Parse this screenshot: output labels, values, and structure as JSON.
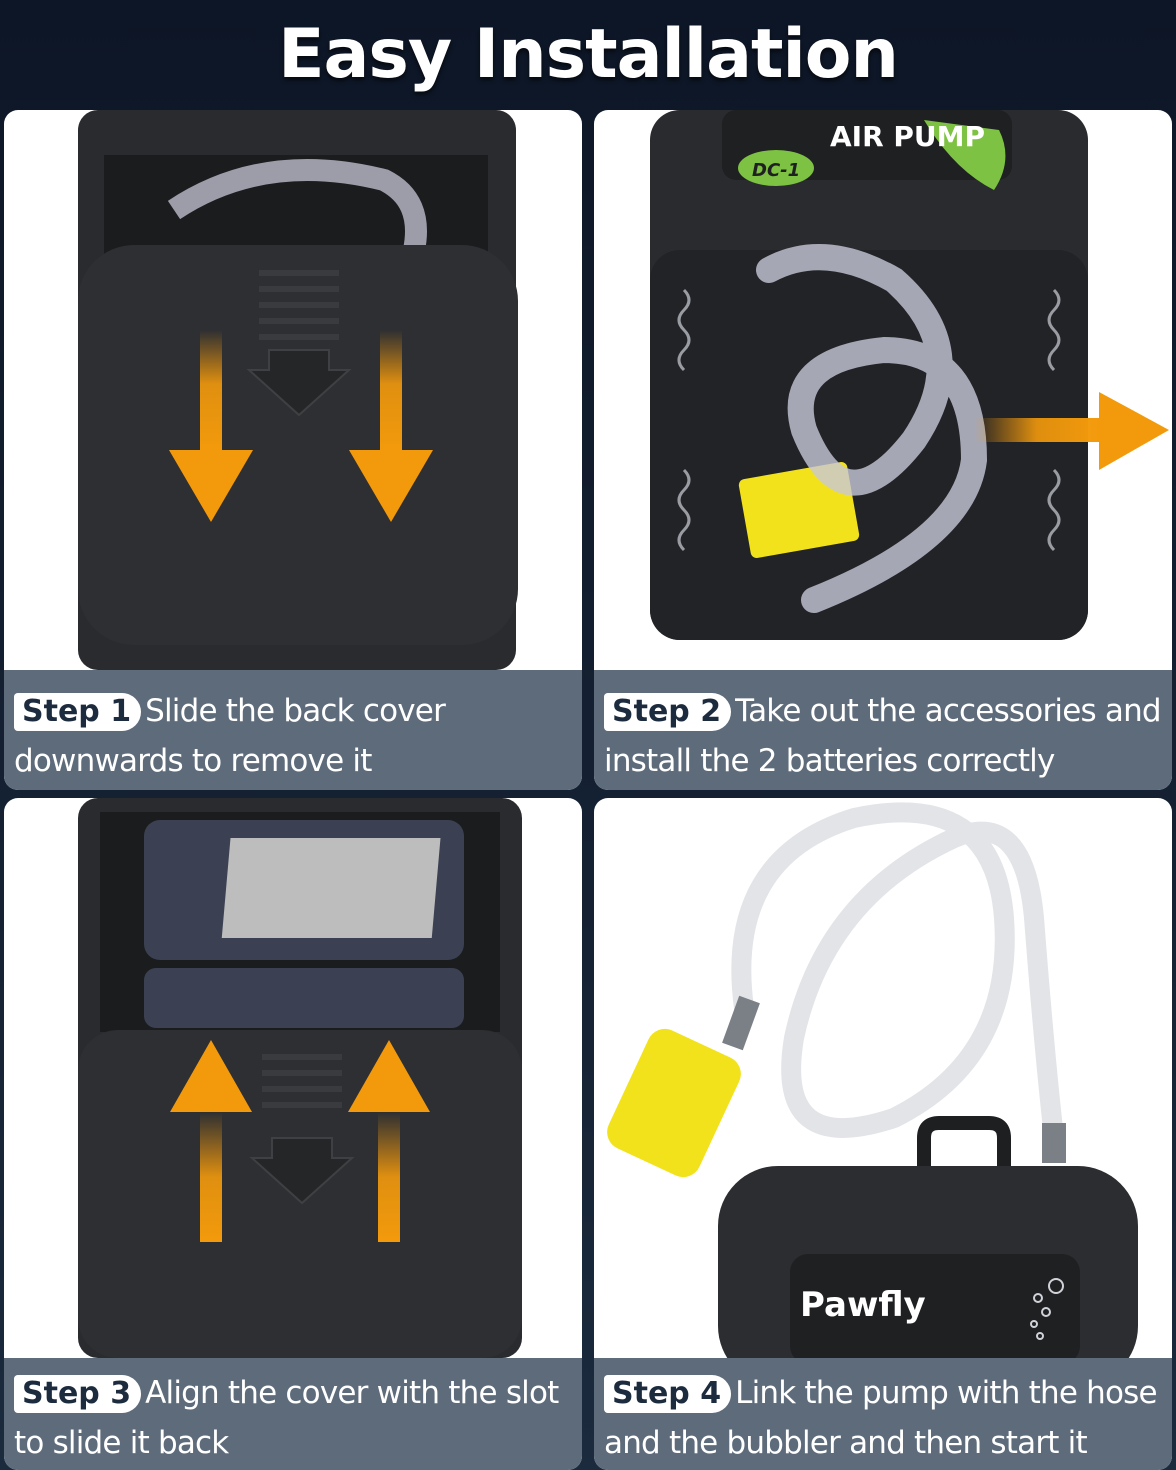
{
  "header": {
    "title": "Easy Installation"
  },
  "steps": [
    {
      "tag": "Step 1",
      "text_line1": "Slide the back cover",
      "text_line2": "downwards to remove it"
    },
    {
      "tag": "Step 2",
      "text_line1": "Take out the accessories and",
      "text_line2": "install the 2 batteries correctly"
    },
    {
      "tag": "Step 3",
      "text_line1": "Align the cover with the slot",
      "text_line2": "to slide it back"
    },
    {
      "tag": "Step 4",
      "text_line1": "Link the pump with the hose",
      "text_line2": "and the bubbler and then start it"
    }
  ],
  "device": {
    "label_air_pump": "AIR PUMP",
    "label_model": "DC-1",
    "brand": "Pawfly"
  },
  "colors": {
    "arrow": "#f39a0c",
    "caption_bg": "#5d6b7b",
    "device": "#2c2d30",
    "bubbler": "#f2e21c",
    "label_green": "#7dc242"
  }
}
